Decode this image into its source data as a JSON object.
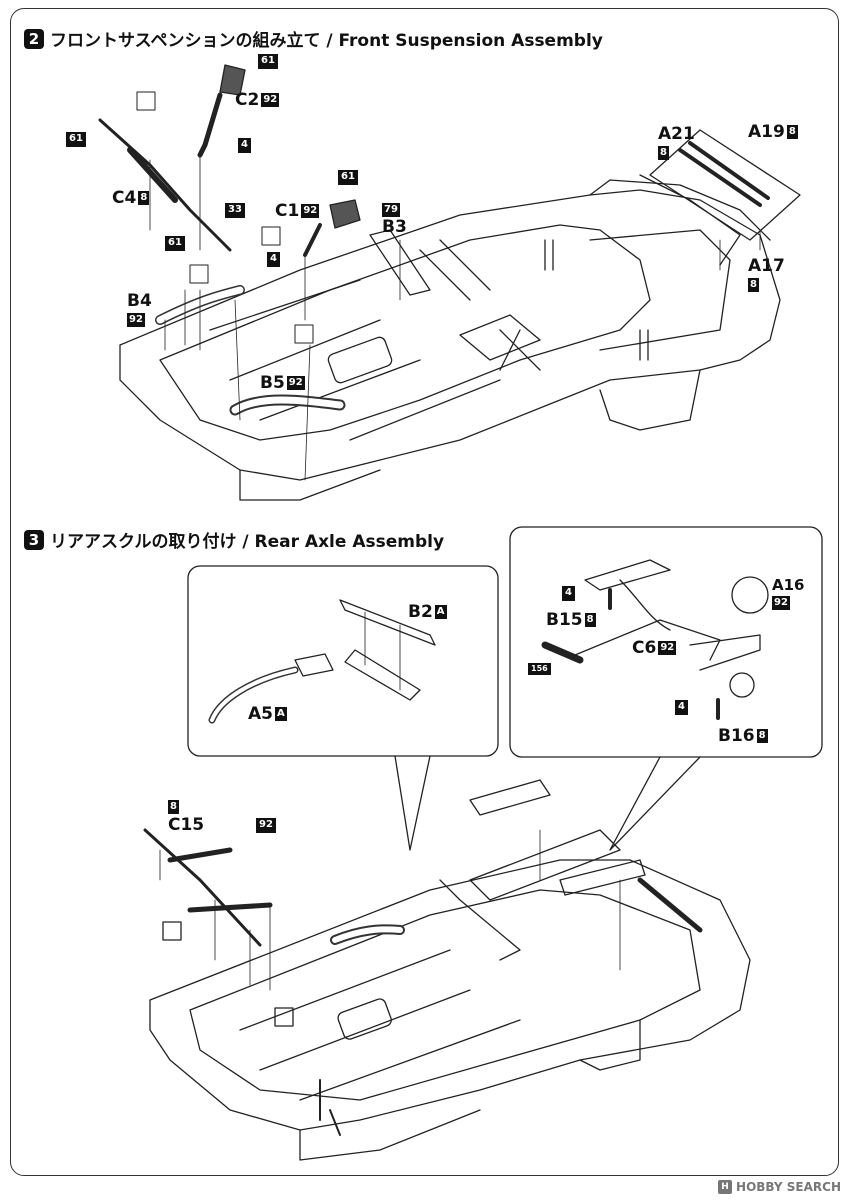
{
  "step2": {
    "number": "2",
    "title": "フロントサスペンションの組み立て / Front Suspension Assembly"
  },
  "step3": {
    "number": "3",
    "title": "リアアスクルの取り付け / Rear Axle Assembly"
  },
  "parts2": {
    "c2": "C2",
    "c2_code": "92",
    "c1": "C1",
    "c1_code": "92",
    "c4": "C4",
    "c4_code": "8",
    "b3": "B3",
    "b3_code": "79",
    "b4": "B4",
    "b4_code": "92",
    "b5": "B5",
    "b5_code": "92",
    "a21": "A21",
    "a21_code": "8",
    "a19": "A19",
    "a19_code": "8",
    "a17": "A17",
    "a17_code": "8",
    "t61a": "61",
    "t61b": "61",
    "t61c": "61",
    "t61d": "61",
    "t4a": "4",
    "t4b": "4",
    "t33": "33"
  },
  "parts3": {
    "b2": "B2",
    "b2_code": "A",
    "a5": "A5",
    "a5_code": "A",
    "a16": "A16",
    "a16_code": "92",
    "b15": "B15",
    "b15_code": "8",
    "c6": "C6",
    "c6_code": "92",
    "b16": "B16",
    "b16_code": "8",
    "c15": "C15",
    "c15_code": "8",
    "c15_92": "92",
    "t4c": "4",
    "t4d": "4",
    "t156": "156"
  },
  "watermark": {
    "logo": "H",
    "text": "HOBBY SEARCH"
  }
}
